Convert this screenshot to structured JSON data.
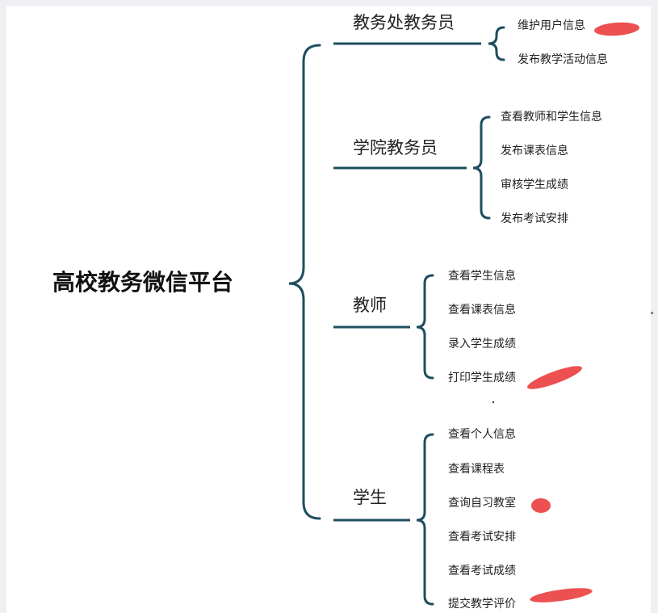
{
  "root": "高校教务微信平台",
  "branches": [
    {
      "label": "教务处教务员",
      "items": [
        "维护用户信息",
        "发布教学活动信息"
      ]
    },
    {
      "label": "学院教务员",
      "items": [
        "查看教师和学生信息",
        "发布课表信息",
        "审核学生成绩",
        "发布考试安排"
      ]
    },
    {
      "label": "教师",
      "items": [
        "查看学生信息",
        "查看课表信息",
        "录入学生成绩",
        "打印学生成绩"
      ]
    },
    {
      "label": "学生",
      "items": [
        "查看个人信息",
        "查看课程表",
        "查询自习教室",
        "查看考试安排",
        "查看考试成绩",
        "提交教学评价"
      ]
    }
  ],
  "colors": {
    "line": "#1f4e5f",
    "mark": "#ec5050"
  }
}
